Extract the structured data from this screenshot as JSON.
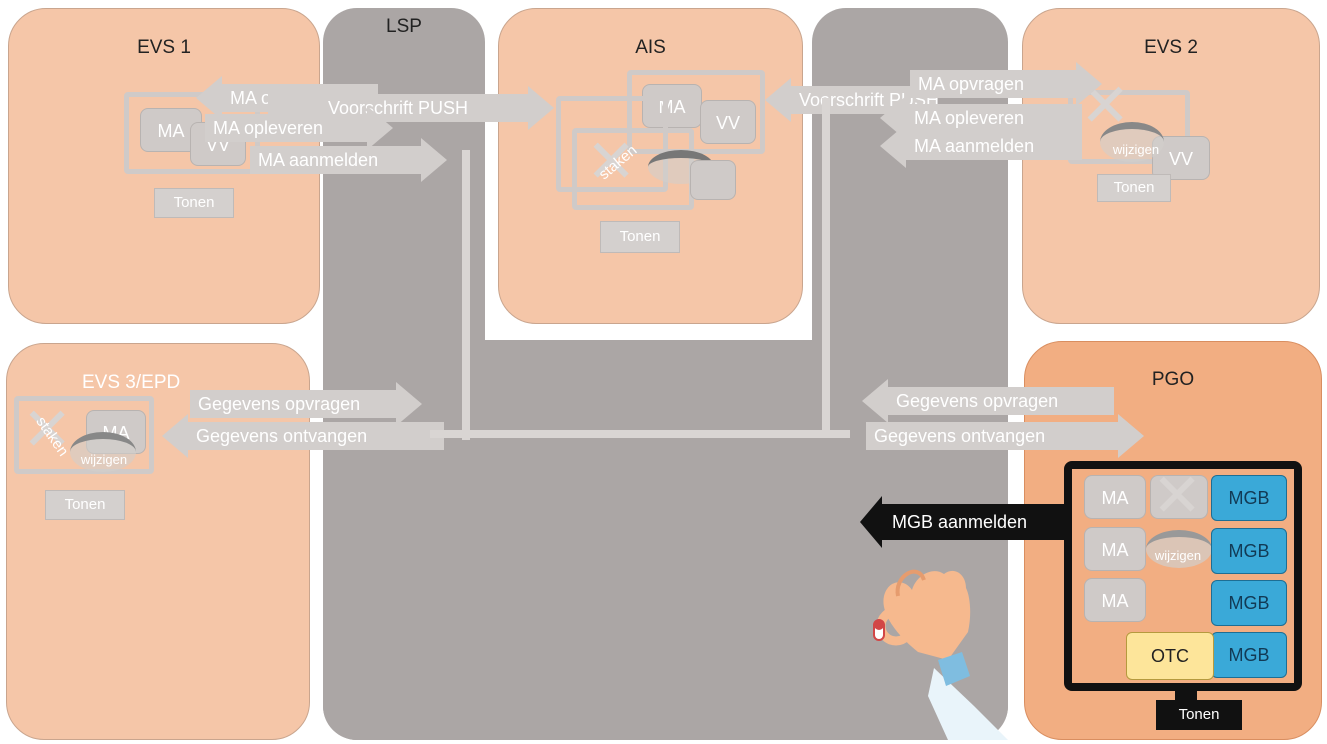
{
  "panels": {
    "evs1": "EVS 1",
    "ais": "AIS",
    "evs2": "EVS 2",
    "evs3": "EVS 3/EPD",
    "pgo": "PGO"
  },
  "columns": {
    "lsp": "LSP"
  },
  "boxes": {
    "ma": "MA",
    "vv": "VV",
    "tonen": "Tonen",
    "staken": "staken",
    "wijzigen": "wijzigen",
    "mgb": "MGB",
    "otc": "OTC"
  },
  "arrows": {
    "evs1_opvragen": "MA opvragen",
    "evs1_push": "Voorschrift PUSH",
    "evs1_opleveren": "MA opleveren",
    "evs1_aanmelden": "MA aanmelden",
    "evs2_opvragen": "MA opvragen",
    "evs2_push": "Voorschrift PUSH",
    "evs2_opleveren": "MA opleveren",
    "evs2_aanmelden": "MA aanmelden",
    "evs3_opvragen": "Gegevens opvragen",
    "evs3_ontvangen": "Gegevens ontvangen",
    "pgo_opvragen": "Gegevens opvragen",
    "pgo_ontvangen": "Gegevens ontvangen",
    "mgb_aanmelden": "MGB aanmelden"
  },
  "colors": {
    "panel": "#f5c6a8",
    "pgo_panel": "#f2ae82",
    "lsp": "#aba6a5",
    "mgb": "#3aa9d8",
    "otc": "#fde59a"
  }
}
